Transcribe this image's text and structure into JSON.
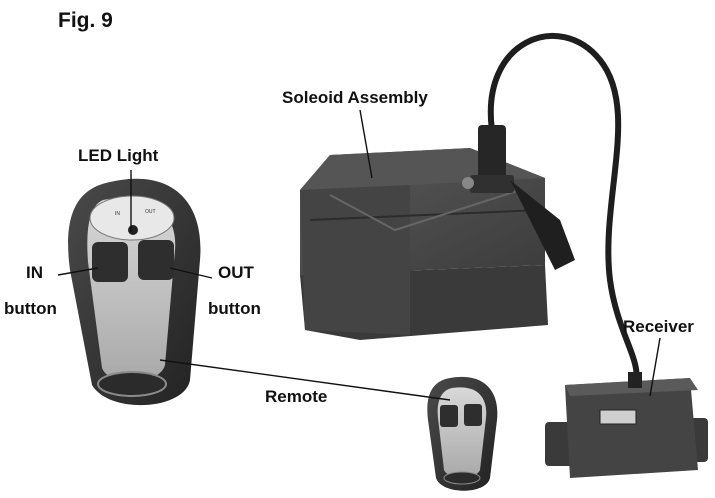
{
  "figure": {
    "number": "Fig. 9"
  },
  "labels": {
    "solenoid": "Soleoid Assembly",
    "led": "LED Light",
    "in_line1": "IN",
    "in_line2": "button",
    "out_line1": "OUT",
    "out_line2": "button",
    "remote": "Remote",
    "receiver": "Receiver"
  },
  "remote_faceplate": {
    "in_text": "IN",
    "out_text": "OUT"
  },
  "colors": {
    "body_dark": "#3a3a3a",
    "face_light": "#bdbdbd",
    "box": "#4a4a4a",
    "label": "#111111"
  }
}
